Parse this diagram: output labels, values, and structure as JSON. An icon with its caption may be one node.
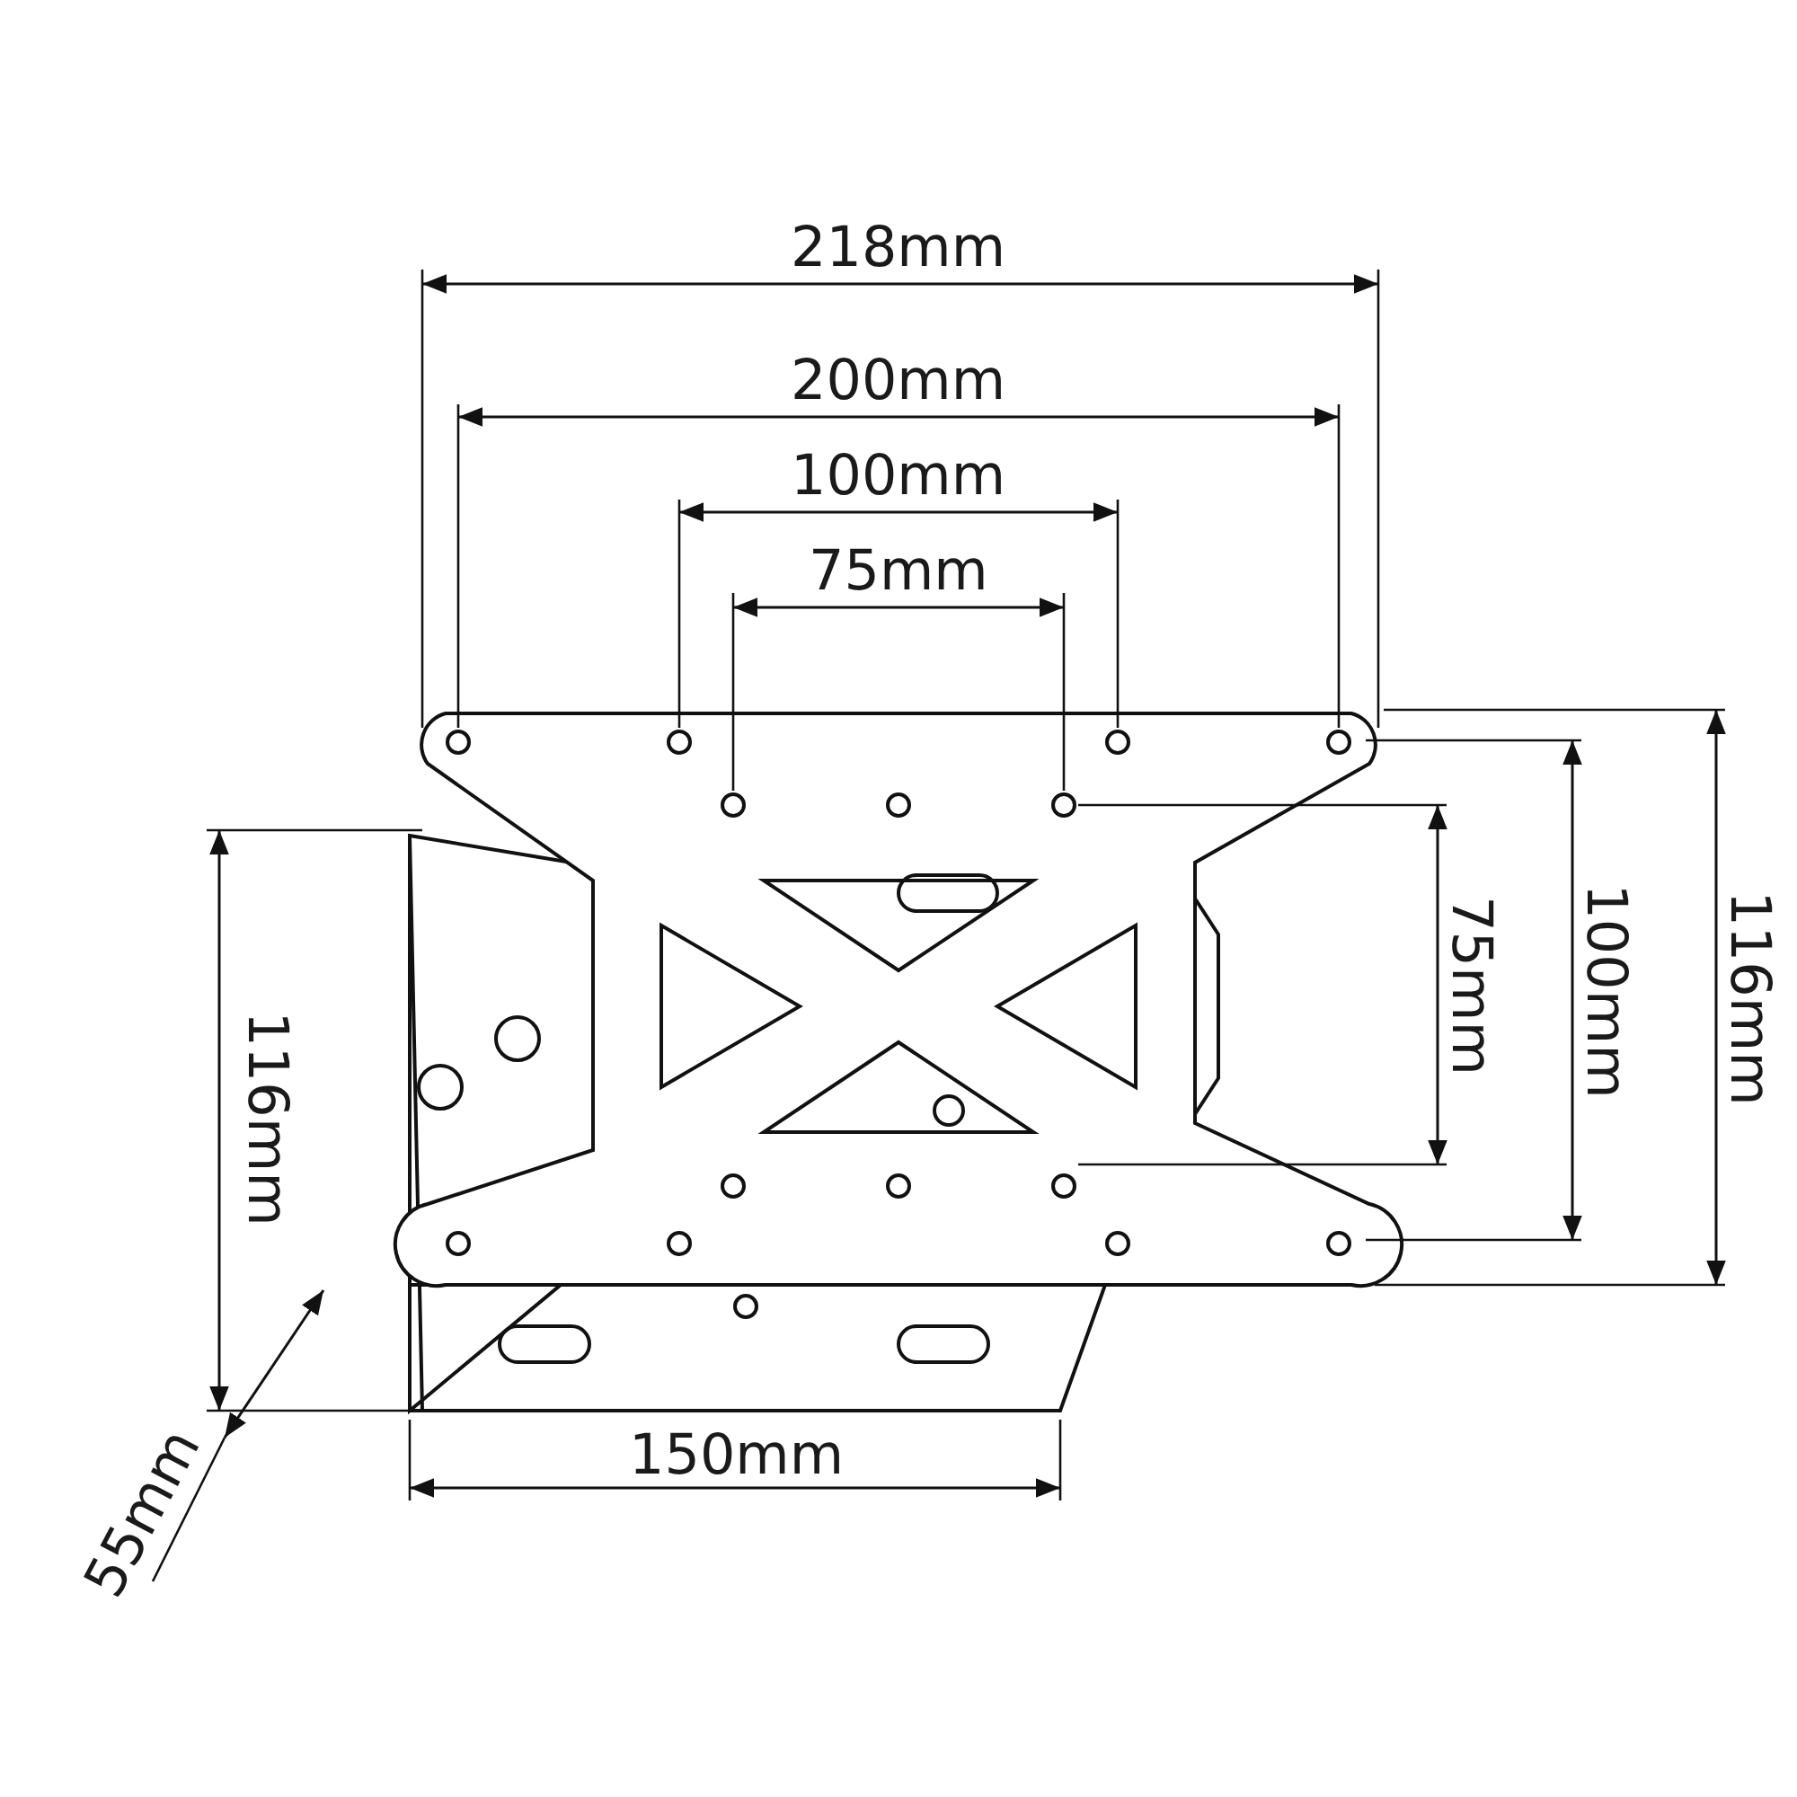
{
  "diagram": {
    "labels": [
      "218mm",
      "200mm",
      "100mm",
      "75mm",
      "75mm",
      "100mm",
      "116mm",
      "116mm",
      "150mm",
      "55mm"
    ]
  }
}
